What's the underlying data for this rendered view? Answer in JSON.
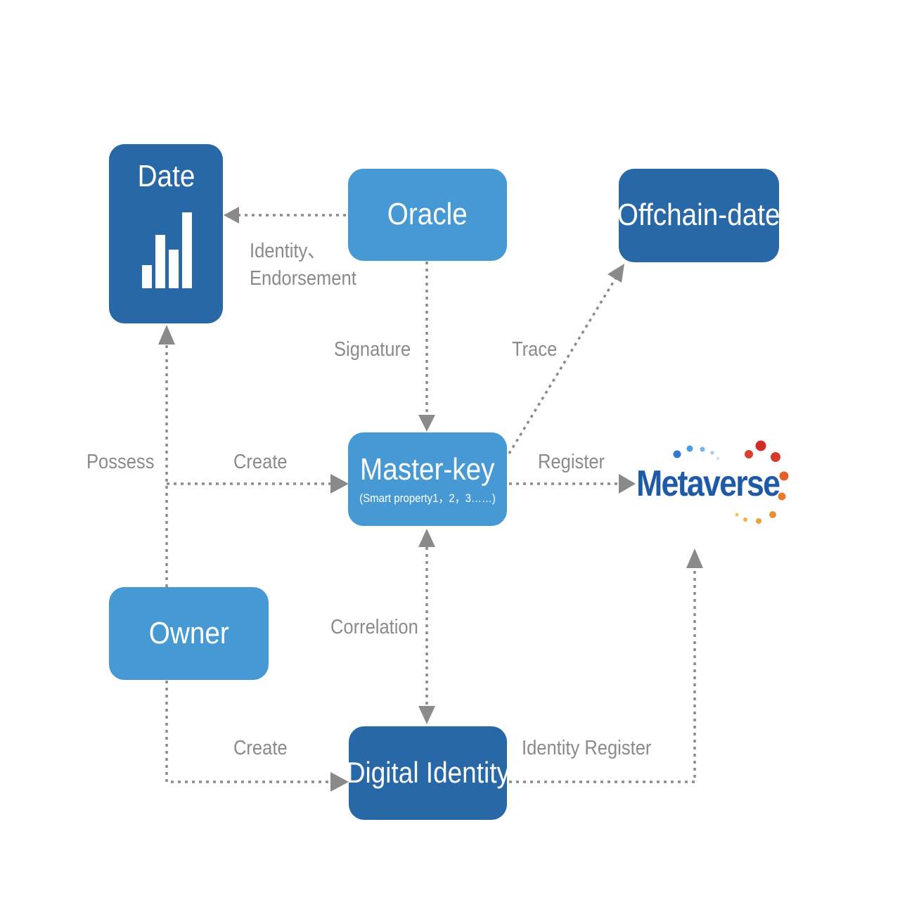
{
  "nodes": {
    "data": {
      "label": "Date"
    },
    "oracle": {
      "label": "Oracle"
    },
    "offchain": {
      "label": "Offchain-date"
    },
    "master_key": {
      "label": "Master-key",
      "sublabel": "(Smart property1，2，3……)"
    },
    "owner": {
      "label": "Owner"
    },
    "digital_identity": {
      "label": "Digital Identity"
    }
  },
  "logo": {
    "text": "Metaverse"
  },
  "edges": {
    "oracle_to_data": {
      "label_line1": "Identity、",
      "label_line2": "Endorsement"
    },
    "oracle_to_master": {
      "label": "Signature"
    },
    "master_to_offchain": {
      "label": "Trace"
    },
    "owner_to_data": {
      "label": "Possess"
    },
    "owner_to_master": {
      "label": "Create"
    },
    "master_to_metaverse": {
      "label": "Register"
    },
    "master_identity": {
      "label": "Correlation"
    },
    "owner_to_identity": {
      "label": "Create"
    },
    "identity_to_metaverse": {
      "label": "Identity Register"
    }
  },
  "colors": {
    "dark_node": "#2868a7",
    "light_node": "#4699d3",
    "arrow": "#8a8a8a",
    "logo_text": "#1f5aa6"
  },
  "icons": {
    "data_node": "bar-chart-icon"
  }
}
